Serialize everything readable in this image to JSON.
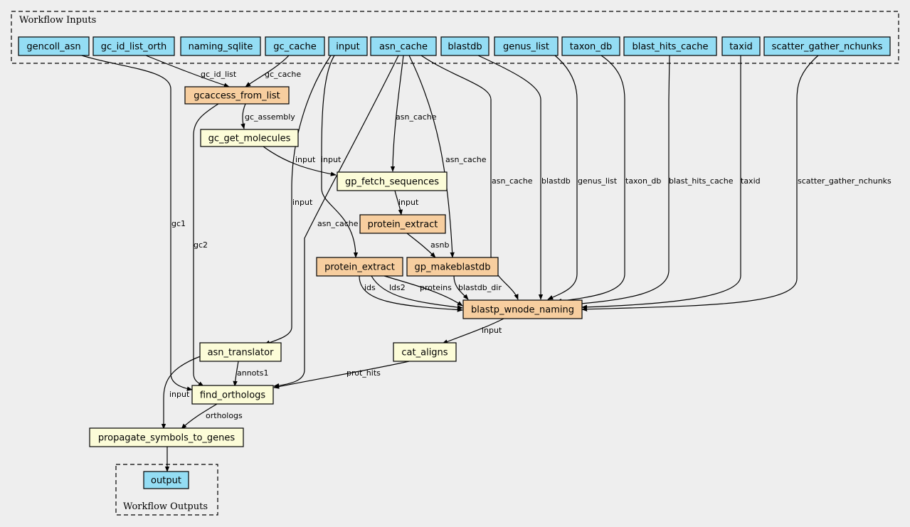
{
  "clusters": {
    "inputs": {
      "label": "Workflow Inputs"
    },
    "outputs": {
      "label": "Workflow Outputs"
    }
  },
  "colors": {
    "input_node": "#94ddf4",
    "process_node": "#f7ce9f",
    "step_node": "#fcfcd8",
    "background": "#eeeeee"
  },
  "nodes": {
    "gencoll_asn": {
      "label": "gencoll_asn",
      "kind": "input"
    },
    "gc_id_list_orth": {
      "label": "gc_id_list_orth",
      "kind": "input"
    },
    "naming_sqlite": {
      "label": "naming_sqlite",
      "kind": "input"
    },
    "gc_cache": {
      "label": "gc_cache",
      "kind": "input"
    },
    "input": {
      "label": "input",
      "kind": "input"
    },
    "asn_cache": {
      "label": "asn_cache",
      "kind": "input"
    },
    "blastdb": {
      "label": "blastdb",
      "kind": "input"
    },
    "genus_list": {
      "label": "genus_list",
      "kind": "input"
    },
    "taxon_db": {
      "label": "taxon_db",
      "kind": "input"
    },
    "blast_hits_cache": {
      "label": "blast_hits_cache",
      "kind": "input"
    },
    "taxid": {
      "label": "taxid",
      "kind": "input"
    },
    "scatter_gather_nchunks": {
      "label": "scatter_gather_nchunks",
      "kind": "input"
    },
    "gcaccess_from_list": {
      "label": "gcaccess_from_list",
      "kind": "process"
    },
    "gc_get_molecules": {
      "label": "gc_get_molecules",
      "kind": "step"
    },
    "gp_fetch_sequences": {
      "label": "gp_fetch_sequences",
      "kind": "step"
    },
    "protein_extract_a": {
      "label": "protein_extract",
      "kind": "process"
    },
    "protein_extract_b": {
      "label": "protein_extract",
      "kind": "process"
    },
    "gp_makeblastdb": {
      "label": "gp_makeblastdb",
      "kind": "process"
    },
    "blastp_wnode_naming": {
      "label": "blastp_wnode_naming",
      "kind": "process"
    },
    "cat_aligns": {
      "label": "cat_aligns",
      "kind": "step"
    },
    "asn_translator": {
      "label": "asn_translator",
      "kind": "step"
    },
    "find_orthologs": {
      "label": "find_orthologs",
      "kind": "step"
    },
    "propagate_symbols_to_genes": {
      "label": "propagate_symbols_to_genes",
      "kind": "step"
    },
    "output": {
      "label": "output",
      "kind": "input"
    }
  },
  "edges": [
    {
      "from": "gc_id_list_orth",
      "to": "gcaccess_from_list",
      "label": "gc_id_list"
    },
    {
      "from": "gc_cache",
      "to": "gcaccess_from_list",
      "label": "gc_cache"
    },
    {
      "from": "gcaccess_from_list",
      "to": "gc_get_molecules",
      "label": "gc_assembly"
    },
    {
      "from": "gc_get_molecules",
      "to": "gp_fetch_sequences",
      "label": "input"
    },
    {
      "from": "input",
      "to": "protein_extract_b",
      "label": "input"
    },
    {
      "from": "asn_cache",
      "to": "gp_fetch_sequences",
      "label": "asn_cache"
    },
    {
      "from": "asn_cache",
      "to": "gp_makeblastdb",
      "label": "asn_cache"
    },
    {
      "from": "asn_cache",
      "to": "blastp_wnode_naming",
      "label": "asn_cache"
    },
    {
      "from": "asn_cache",
      "to": "find_orthologs",
      "label": "asn_cache"
    },
    {
      "from": "blastdb",
      "to": "blastp_wnode_naming",
      "label": "blastdb"
    },
    {
      "from": "genus_list",
      "to": "blastp_wnode_naming",
      "label": "genus_list"
    },
    {
      "from": "taxon_db",
      "to": "blastp_wnode_naming",
      "label": "taxon_db"
    },
    {
      "from": "blast_hits_cache",
      "to": "blastp_wnode_naming",
      "label": "blast_hits_cache"
    },
    {
      "from": "taxid",
      "to": "blastp_wnode_naming",
      "label": "taxid"
    },
    {
      "from": "scatter_gather_nchunks",
      "to": "blastp_wnode_naming",
      "label": "scatter_gather_nchunks"
    },
    {
      "from": "gp_fetch_sequences",
      "to": "protein_extract_a",
      "label": "input"
    },
    {
      "from": "protein_extract_a",
      "to": "gp_makeblastdb",
      "label": "asnb"
    },
    {
      "from": "protein_extract_b",
      "to": "blastp_wnode_naming",
      "label": "ids"
    },
    {
      "from": "protein_extract_b",
      "to": "blastp_wnode_naming",
      "label": "lds2"
    },
    {
      "from": "protein_extract_b",
      "to": "blastp_wnode_naming",
      "label": "proteins"
    },
    {
      "from": "gp_makeblastdb",
      "to": "blastp_wnode_naming",
      "label": "blastdb_dir"
    },
    {
      "from": "blastp_wnode_naming",
      "to": "cat_aligns",
      "label": "input"
    },
    {
      "from": "input",
      "to": "asn_translator",
      "label": "input"
    },
    {
      "from": "gencoll_asn",
      "to": "find_orthologs",
      "label": "gc1"
    },
    {
      "from": "gcaccess_from_list",
      "to": "find_orthologs",
      "label": "gc2"
    },
    {
      "from": "asn_translator",
      "to": "find_orthologs",
      "label": "annots1"
    },
    {
      "from": "cat_aligns",
      "to": "find_orthologs",
      "label": "prot_hits"
    },
    {
      "from": "asn_translator",
      "to": "propagate_symbols_to_genes",
      "label": "input"
    },
    {
      "from": "find_orthologs",
      "to": "propagate_symbols_to_genes",
      "label": "orthologs"
    },
    {
      "from": "propagate_symbols_to_genes",
      "to": "output",
      "label": ""
    }
  ]
}
